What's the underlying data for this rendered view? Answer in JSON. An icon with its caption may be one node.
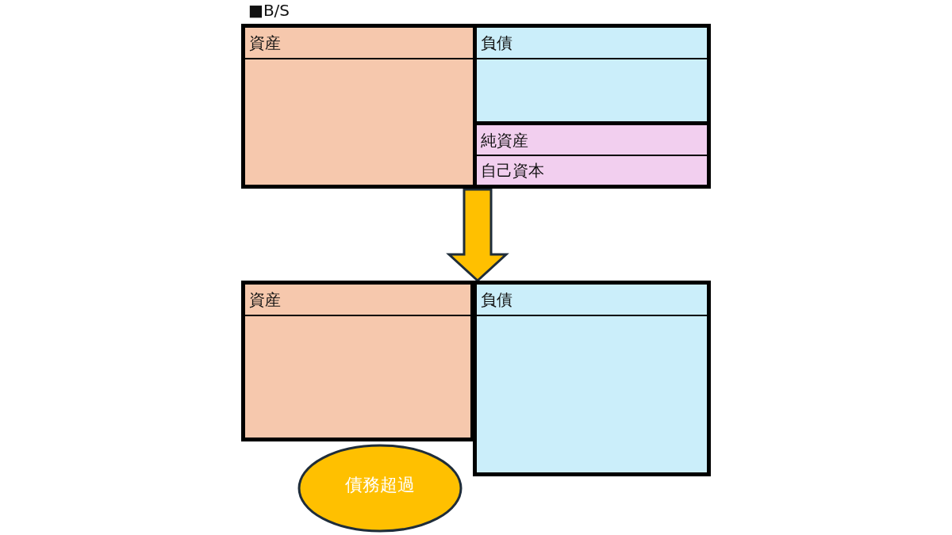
{
  "diagram": {
    "nodes": [
      {
        "text": [
          "■B/S"
        ]
      },
      {
        "text": [
          "資産"
        ],
        "in": 0
      },
      {
        "text": [
          "負債"
        ],
        "in": 0
      },
      {
        "text": [
          "純資産",
          "自己資本"
        ],
        "in": 0
      },
      {
        "text": [
          "資産"
        ]
      },
      {
        "text": [
          "負債"
        ]
      },
      {
        "text": [
          "債務超過"
        ]
      }
    ],
    "edges": [
      {
        "from": 0,
        "to": 5,
        "arrow": "to",
        "style": "thick"
      }
    ]
  }
}
